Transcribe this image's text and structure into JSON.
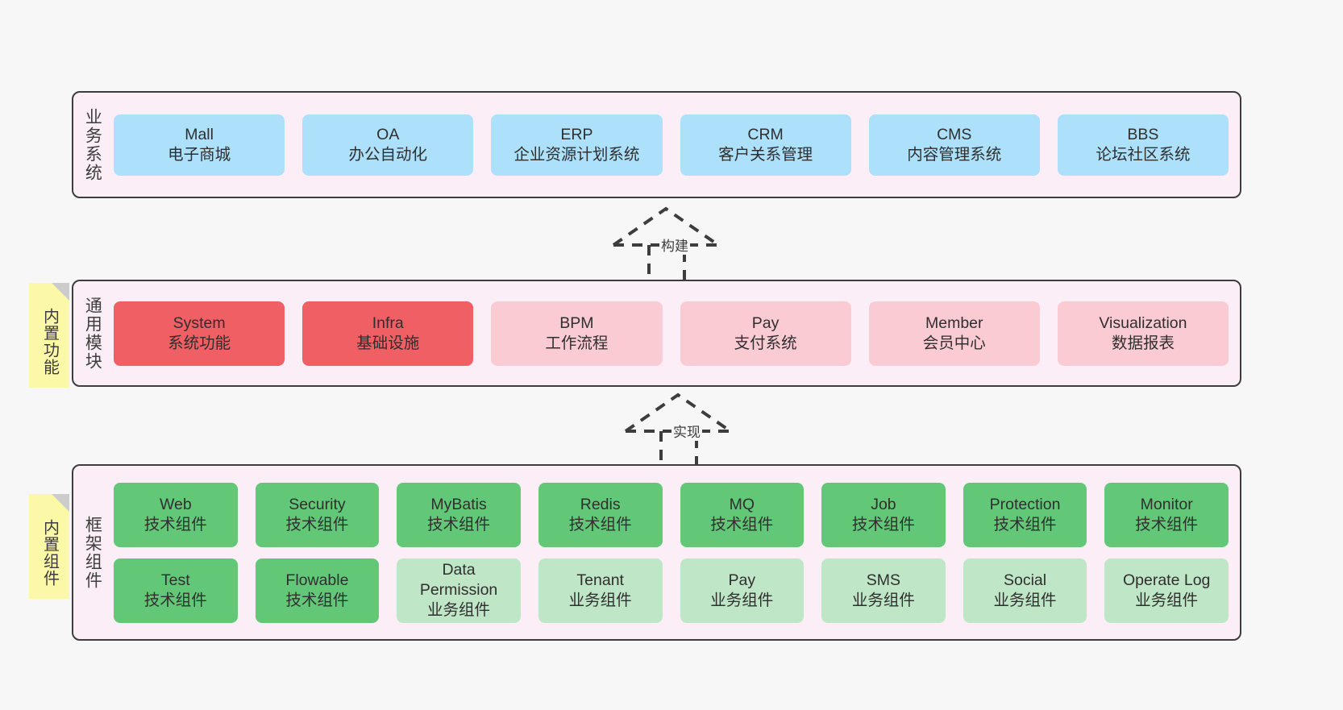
{
  "diagram": {
    "background": "#f7f7f7",
    "panel_bg": "#fbeef7",
    "panel_border": "#3d3d3d",
    "note_bg": "#fbf8a8"
  },
  "notes": [
    {
      "id": "built-in-features",
      "label": "内置功能"
    },
    {
      "id": "built-in-components",
      "label": "内置组件"
    }
  ],
  "connectors": [
    {
      "id": "build",
      "label": "构建",
      "style": "dashed-hollow-triangle-up"
    },
    {
      "id": "implement",
      "label": "实现",
      "style": "dashed-hollow-triangle-up"
    }
  ],
  "layers": {
    "business": {
      "title": "业务系统",
      "color": "#ade0fb",
      "rows": [
        [
          {
            "en": "Mall",
            "cn": "电子商城",
            "color": "#ade0fb"
          },
          {
            "en": "OA",
            "cn": "办公自动化",
            "color": "#ade0fb"
          },
          {
            "en": "ERP",
            "cn": "企业资源计划系统",
            "color": "#ade0fb"
          },
          {
            "en": "CRM",
            "cn": "客户关系管理",
            "color": "#ade0fb"
          },
          {
            "en": "CMS",
            "cn": "内容管理系统",
            "color": "#ade0fb"
          },
          {
            "en": "BBS",
            "cn": "论坛社区系统",
            "color": "#ade0fb"
          }
        ]
      ]
    },
    "modules": {
      "title": "通用模块",
      "rows": [
        [
          {
            "en": "System",
            "cn": "系统功能",
            "color": "#ef5f63"
          },
          {
            "en": "Infra",
            "cn": "基础设施",
            "color": "#ef5f63"
          },
          {
            "en": "BPM",
            "cn": "工作流程",
            "color": "#fbcbd4"
          },
          {
            "en": "Pay",
            "cn": "支付系统",
            "color": "#fbcbd4"
          },
          {
            "en": "Member",
            "cn": "会员中心",
            "color": "#fbcbd4"
          },
          {
            "en": "Visualization",
            "cn": "数据报表",
            "color": "#fbcbd4"
          }
        ]
      ]
    },
    "framework": {
      "title": "框架组件",
      "rows": [
        [
          {
            "en": "Web",
            "cn": "技术组件",
            "color": "#62c878"
          },
          {
            "en": "Security",
            "cn": "技术组件",
            "color": "#62c878"
          },
          {
            "en": "MyBatis",
            "cn": "技术组件",
            "color": "#62c878"
          },
          {
            "en": "Redis",
            "cn": "技术组件",
            "color": "#62c878"
          },
          {
            "en": "MQ",
            "cn": "技术组件",
            "color": "#62c878"
          },
          {
            "en": "Job",
            "cn": "技术组件",
            "color": "#62c878"
          },
          {
            "en": "Protection",
            "cn": "技术组件",
            "color": "#62c878"
          },
          {
            "en": "Monitor",
            "cn": "技术组件",
            "color": "#62c878"
          }
        ],
        [
          {
            "en": "Test",
            "cn": "技术组件",
            "color": "#62c878"
          },
          {
            "en": "Flowable",
            "cn": "技术组件",
            "color": "#62c878"
          },
          {
            "en": "Data Permission",
            "cn": "业务组件",
            "color": "#bfe6c6"
          },
          {
            "en": "Tenant",
            "cn": "业务组件",
            "color": "#bfe6c6"
          },
          {
            "en": "Pay",
            "cn": "业务组件",
            "color": "#bfe6c6"
          },
          {
            "en": "SMS",
            "cn": "业务组件",
            "color": "#bfe6c6"
          },
          {
            "en": "Social",
            "cn": "业务组件",
            "color": "#bfe6c6"
          },
          {
            "en": "Operate Log",
            "cn": "业务组件",
            "color": "#bfe6c6"
          }
        ]
      ]
    }
  }
}
